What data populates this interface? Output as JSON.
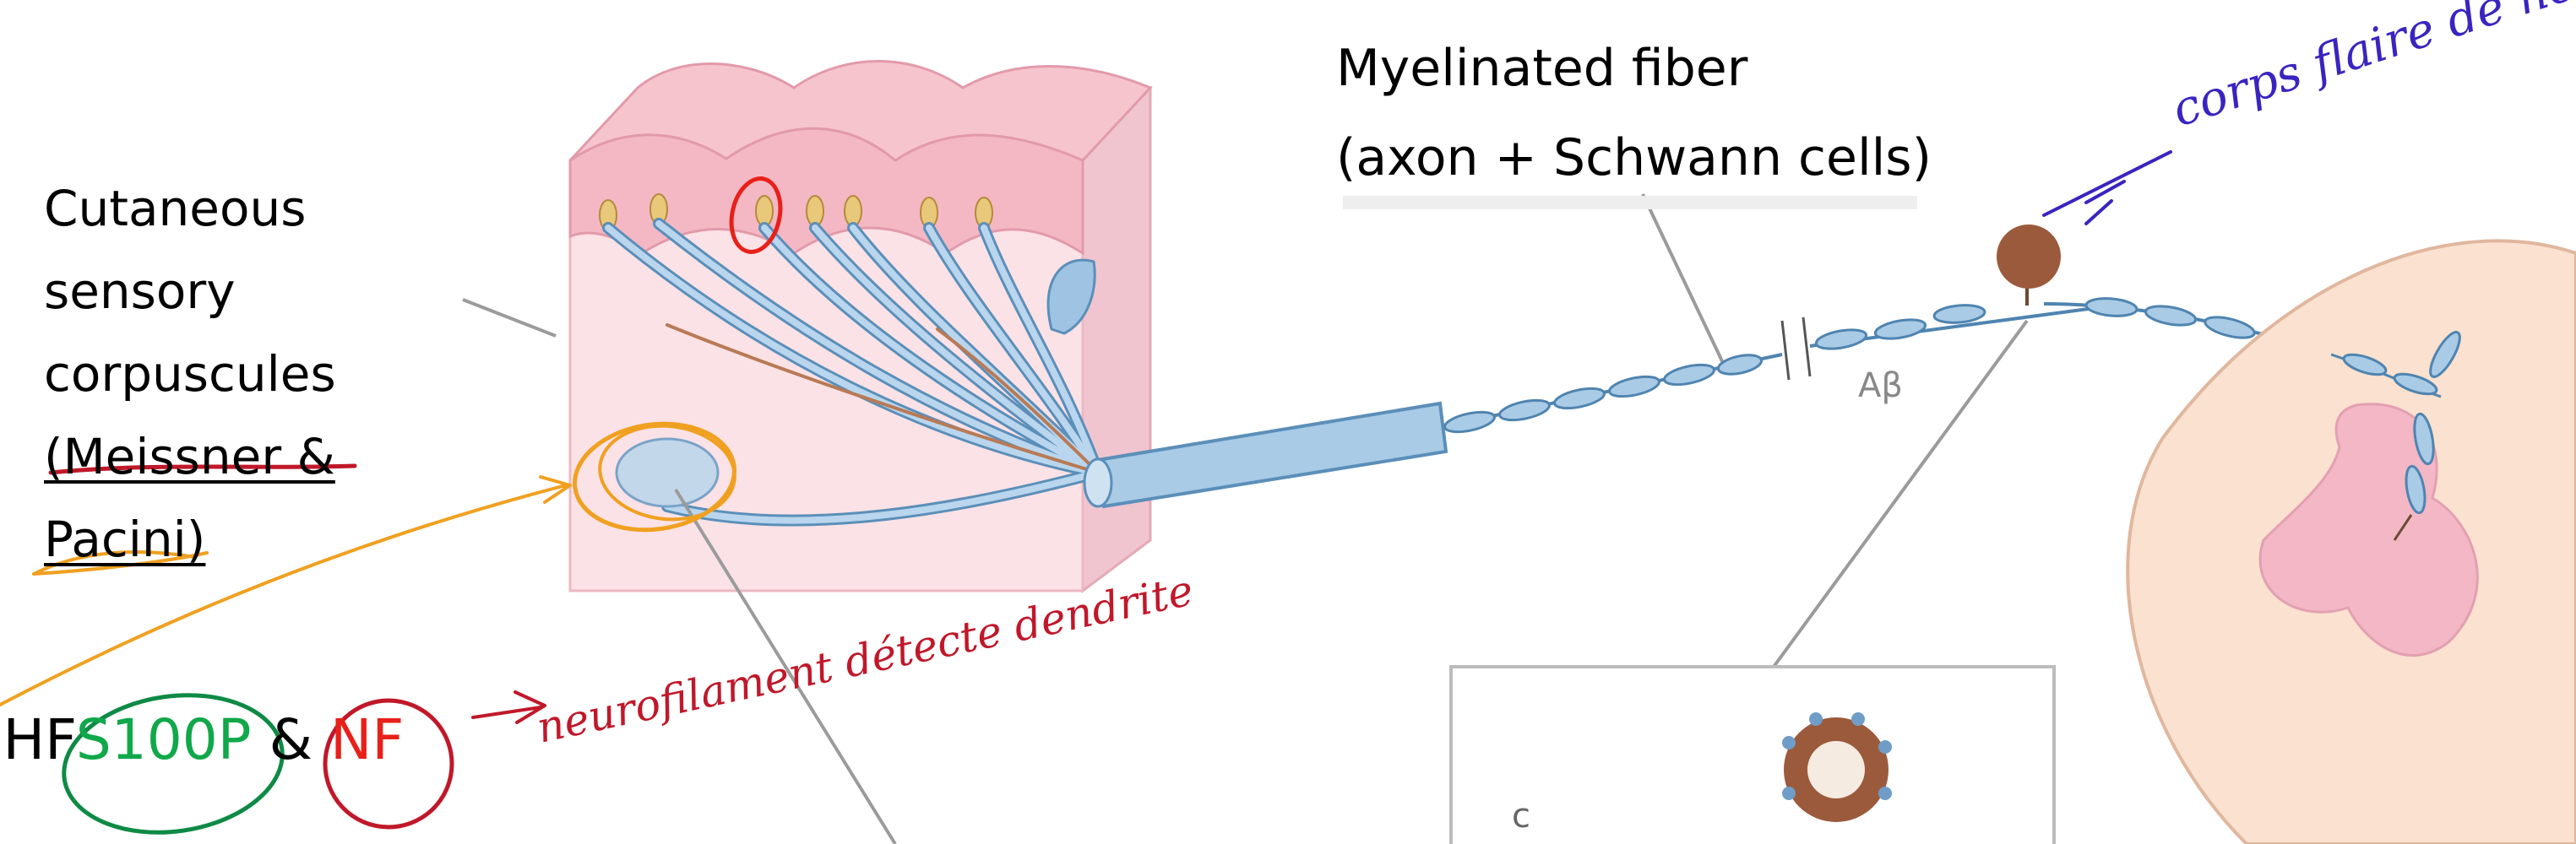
{
  "labels": {
    "cutaneous": {
      "line1": "Cutaneous",
      "line2": "sensory",
      "line3": "corpuscules",
      "line4": "(Meissner &",
      "line5": "Pacini)"
    },
    "myelinated": {
      "line1": "Myelinated fiber",
      "line2": "(axon + Schwann cells)"
    },
    "ihc": {
      "prefix": "IHF",
      "marker1": "S100P",
      "amp": "&",
      "marker2": "NF"
    },
    "fiber_tag": "Aβ",
    "panel_tag": "c"
  },
  "handwritten": {
    "top_right": "corps flaire de neuroba",
    "bottom_note": "neurofilament détecte dendrite"
  },
  "colors": {
    "skin_epidermis": "#f2b9c4",
    "skin_dermis": "#fbe3e6",
    "nerve_blue": "#a9cbe6",
    "nerve_outline": "#5b8fb9",
    "cell_body": "#9b5a3c",
    "spinal_cord": "#fbe1cf",
    "grey_matter": "#f3b7c5",
    "annotation_red": "#e8201a",
    "annotation_green": "#0e8a45",
    "annotation_orange": "#f0a020",
    "annotation_purple": "#4a2bd0"
  }
}
